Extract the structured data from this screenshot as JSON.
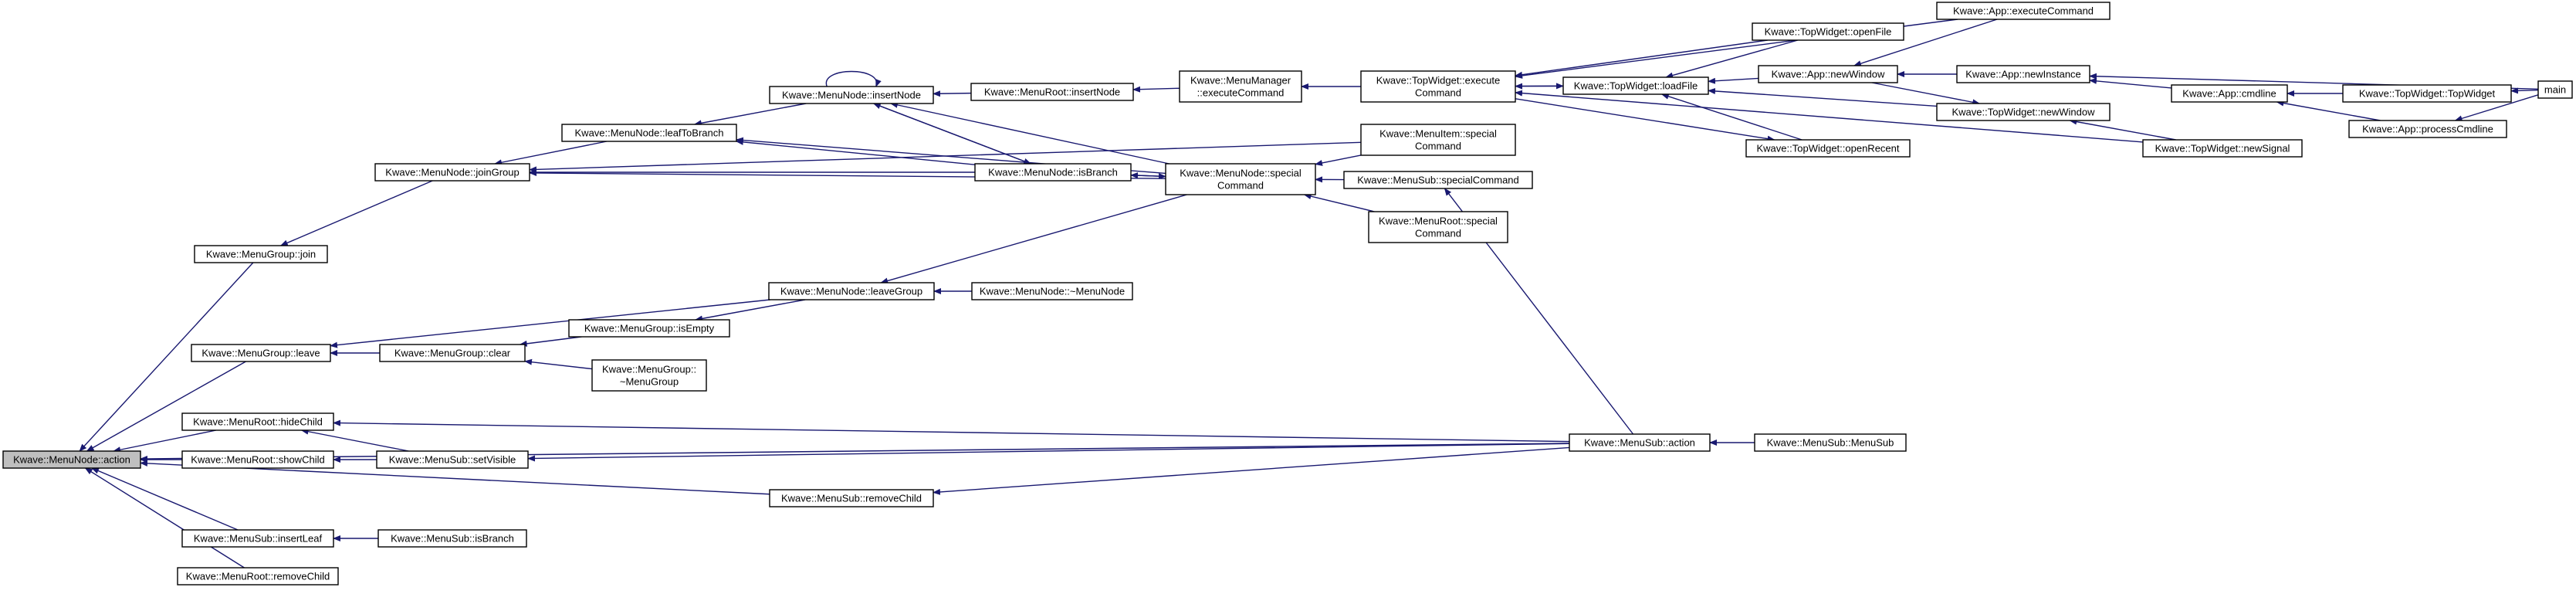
{
  "colors": {
    "edge": "#191970",
    "node_border": "#000000",
    "highlight_fill": "#bfbfbf",
    "background": "#ffffff"
  },
  "nodes": [
    {
      "id": "action",
      "lines": [
        "Kwave::MenuNode::action"
      ],
      "highlight": true
    },
    {
      "id": "join",
      "lines": [
        "Kwave::MenuGroup::join"
      ]
    },
    {
      "id": "leave",
      "lines": [
        "Kwave::MenuGroup::leave"
      ]
    },
    {
      "id": "hideChild",
      "lines": [
        "Kwave::MenuRoot::hideChild"
      ]
    },
    {
      "id": "showChild",
      "lines": [
        "Kwave::MenuRoot::showChild"
      ]
    },
    {
      "id": "insertLeaf",
      "lines": [
        "Kwave::MenuSub::insertLeaf"
      ]
    },
    {
      "id": "rootRemoveChild",
      "lines": [
        "Kwave::MenuRoot::removeChild"
      ]
    },
    {
      "id": "joinGroup",
      "lines": [
        "Kwave::MenuNode::joinGroup"
      ]
    },
    {
      "id": "clear",
      "lines": [
        "Kwave::MenuGroup::clear"
      ]
    },
    {
      "id": "setVisible",
      "lines": [
        "Kwave::MenuSub::setVisible"
      ]
    },
    {
      "id": "subIsBranch",
      "lines": [
        "Kwave::MenuSub::isBranch"
      ]
    },
    {
      "id": "leafToBranch",
      "lines": [
        "Kwave::MenuNode::leafToBranch"
      ]
    },
    {
      "id": "isEmpty",
      "lines": [
        "Kwave::MenuGroup::isEmpty"
      ]
    },
    {
      "id": "groupDtor",
      "lines": [
        "Kwave::MenuGroup::",
        "~MenuGroup"
      ]
    },
    {
      "id": "insertNode",
      "lines": [
        "Kwave::MenuNode::insertNode"
      ]
    },
    {
      "id": "leaveGroup",
      "lines": [
        "Kwave::MenuNode::leaveGroup"
      ]
    },
    {
      "id": "subRemoveChild",
      "lines": [
        "Kwave::MenuSub::removeChild"
      ]
    },
    {
      "id": "nodeIsBranch",
      "lines": [
        "Kwave::MenuNode::isBranch"
      ]
    },
    {
      "id": "rootInsertNode",
      "lines": [
        "Kwave::MenuRoot::insertNode"
      ]
    },
    {
      "id": "nodeDtor",
      "lines": [
        "Kwave::MenuNode::~MenuNode"
      ]
    },
    {
      "id": "nodeSpecial",
      "lines": [
        "Kwave::MenuNode::special",
        "Command"
      ]
    },
    {
      "id": "mmExec",
      "lines": [
        "Kwave::MenuManager",
        "::executeCommand"
      ]
    },
    {
      "id": "twExec",
      "lines": [
        "Kwave::TopWidget::execute",
        "Command"
      ]
    },
    {
      "id": "itemSpecial",
      "lines": [
        "Kwave::MenuItem::special",
        "Command"
      ]
    },
    {
      "id": "subSpecial",
      "lines": [
        "Kwave::MenuSub::specialCommand"
      ]
    },
    {
      "id": "rootSpecial",
      "lines": [
        "Kwave::MenuRoot::special",
        "Command"
      ]
    },
    {
      "id": "subAction",
      "lines": [
        "Kwave::MenuSub::action"
      ]
    },
    {
      "id": "openFile",
      "lines": [
        "Kwave::TopWidget::openFile"
      ]
    },
    {
      "id": "loadFile",
      "lines": [
        "Kwave::TopWidget::loadFile"
      ]
    },
    {
      "id": "openRecent",
      "lines": [
        "Kwave::TopWidget::openRecent"
      ]
    },
    {
      "id": "subCtor",
      "lines": [
        "Kwave::MenuSub::MenuSub"
      ]
    },
    {
      "id": "appExec",
      "lines": [
        "Kwave::App::executeCommand"
      ]
    },
    {
      "id": "appNewWindow",
      "lines": [
        "Kwave::App::newWindow"
      ]
    },
    {
      "id": "twNewWindow",
      "lines": [
        "Kwave::TopWidget::newWindow"
      ]
    },
    {
      "id": "newSignal",
      "lines": [
        "Kwave::TopWidget::newSignal"
      ]
    },
    {
      "id": "newInstance",
      "lines": [
        "Kwave::App::newInstance"
      ]
    },
    {
      "id": "cmdline",
      "lines": [
        "Kwave::App::cmdline"
      ]
    },
    {
      "id": "processCmdline",
      "lines": [
        "Kwave::App::processCmdline"
      ]
    },
    {
      "id": "twCtor",
      "lines": [
        "Kwave::TopWidget::TopWidget"
      ]
    },
    {
      "id": "main",
      "lines": [
        "main"
      ]
    }
  ],
  "edges": [
    [
      "action",
      "join"
    ],
    [
      "action",
      "leave"
    ],
    [
      "action",
      "hideChild"
    ],
    [
      "action",
      "showChild"
    ],
    [
      "action",
      "insertLeaf"
    ],
    [
      "action",
      "rootRemoveChild"
    ],
    [
      "action",
      "subRemoveChild"
    ],
    [
      "action",
      "subAction"
    ],
    [
      "join",
      "joinGroup"
    ],
    [
      "joinGroup",
      "leafToBranch"
    ],
    [
      "joinGroup",
      "nodeIsBranch"
    ],
    [
      "joinGroup",
      "nodeSpecial"
    ],
    [
      "joinGroup",
      "itemSpecial"
    ],
    [
      "leafToBranch",
      "insertNode"
    ],
    [
      "leafToBranch",
      "nodeIsBranch"
    ],
    [
      "leafToBranch",
      "nodeSpecial"
    ],
    [
      "insertNode",
      "insertNode"
    ],
    [
      "insertNode",
      "rootInsertNode"
    ],
    [
      "insertNode",
      "nodeIsBranch"
    ],
    [
      "insertNode",
      "nodeSpecial"
    ],
    [
      "nodeIsBranch",
      "insertNode"
    ],
    [
      "nodeIsBranch",
      "nodeSpecial"
    ],
    [
      "rootInsertNode",
      "mmExec"
    ],
    [
      "mmExec",
      "twExec"
    ],
    [
      "nodeSpecial",
      "nodeIsBranch"
    ],
    [
      "nodeSpecial",
      "itemSpecial"
    ],
    [
      "nodeSpecial",
      "subSpecial"
    ],
    [
      "nodeSpecial",
      "rootSpecial"
    ],
    [
      "leave",
      "leaveGroup"
    ],
    [
      "leave",
      "clear"
    ],
    [
      "leaveGroup",
      "nodeSpecial"
    ],
    [
      "leaveGroup",
      "nodeDtor"
    ],
    [
      "clear",
      "isEmpty"
    ],
    [
      "clear",
      "groupDtor"
    ],
    [
      "isEmpty",
      "leaveGroup"
    ],
    [
      "hideChild",
      "setVisible"
    ],
    [
      "hideChild",
      "subAction"
    ],
    [
      "showChild",
      "setVisible"
    ],
    [
      "setVisible",
      "subAction"
    ],
    [
      "insertLeaf",
      "subIsBranch"
    ],
    [
      "subRemoveChild",
      "subAction"
    ],
    [
      "subSpecial",
      "subAction"
    ],
    [
      "subAction",
      "subCtor"
    ],
    [
      "twExec",
      "loadFile"
    ],
    [
      "twExec",
      "openFile"
    ],
    [
      "twExec",
      "appExec"
    ],
    [
      "twExec",
      "newSignal"
    ],
    [
      "loadFile",
      "twExec"
    ],
    [
      "loadFile",
      "openFile"
    ],
    [
      "loadFile",
      "openRecent"
    ],
    [
      "loadFile",
      "appNewWindow"
    ],
    [
      "loadFile",
      "twNewWindow"
    ],
    [
      "openRecent",
      "twExec"
    ],
    [
      "appNewWindow",
      "appExec"
    ],
    [
      "appNewWindow",
      "newInstance"
    ],
    [
      "twNewWindow",
      "appNewWindow"
    ],
    [
      "twNewWindow",
      "newSignal"
    ],
    [
      "newInstance",
      "cmdline"
    ],
    [
      "newInstance",
      "main"
    ],
    [
      "cmdline",
      "twCtor"
    ],
    [
      "cmdline",
      "processCmdline"
    ],
    [
      "twCtor",
      "main"
    ],
    [
      "processCmdline",
      "main"
    ]
  ]
}
